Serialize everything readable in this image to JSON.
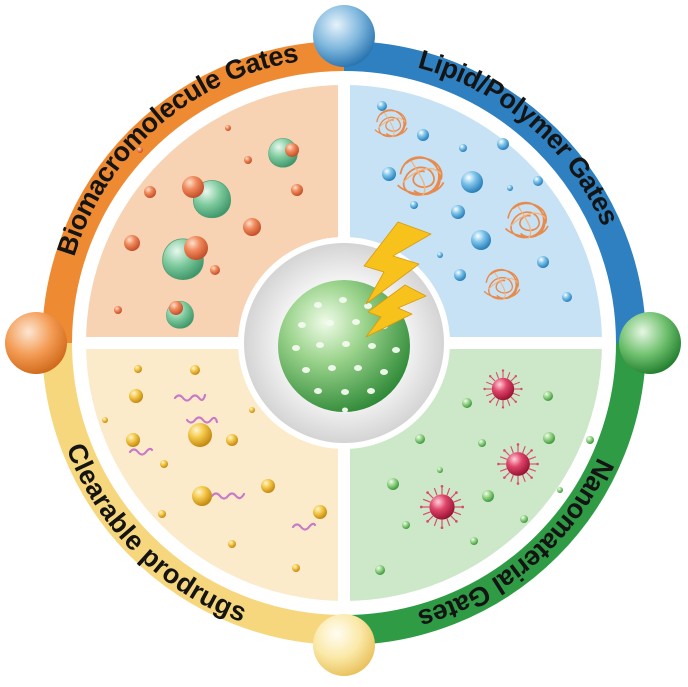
{
  "title": "",
  "quadrants": [
    {
      "id": "biomacromolecule",
      "label": "Biomacromolecule Gates",
      "ring_color": "#EE8B32",
      "fill_color": "#F7D2B3"
    },
    {
      "id": "lipid-polymer",
      "label": "Lipid/Polymer Gates",
      "ring_color": "#2E80C0",
      "fill_color": "#C6E2F4"
    },
    {
      "id": "nanomaterial",
      "label": "Nanomaterial Gates",
      "ring_color": "#2F9B45",
      "fill_color": "#CDE7C9"
    },
    {
      "id": "clearable-prodrugs",
      "label": "Clearable prodrugs",
      "ring_color": "#F6D77E",
      "fill_color": "#FBEBCB"
    }
  ],
  "center": {
    "icon": "mesoporous-nanoparticle-icon",
    "trigger_icon": "lightning-bolt-icon",
    "color": "#5FB96A"
  },
  "items": {
    "biomacromolecule": "enzyme-and-cargo-sphere-icons",
    "lipid-polymer": "polymer-coil-and-blue-sphere-icons",
    "nanomaterial": "spiky-nanoparticle-and-green-sphere-icons",
    "clearable-prodrugs": "prodrug-chain-and-yellow-sphere-icons"
  }
}
